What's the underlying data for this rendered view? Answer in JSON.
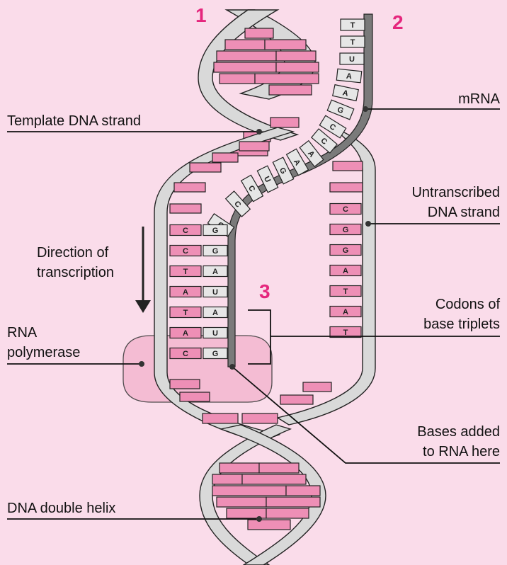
{
  "markers": {
    "one": "1",
    "two": "2",
    "three": "3"
  },
  "labels": {
    "template_strand": "Template DNA strand",
    "mrna": "mRNA",
    "untranscribed_line1": "Untranscribed",
    "untranscribed_line2": "DNA strand",
    "direction_line1": "Direction of",
    "direction_line2": "transcription",
    "codons_line1": "Codons of",
    "codons_line2": "base triplets",
    "polymerase_line1": "RNA",
    "polymerase_line2": "polymerase",
    "bases_added_line1": "Bases added",
    "bases_added_line2": "to RNA here",
    "double_helix": "DNA double helix"
  },
  "mrna_tail_bases": [
    "T",
    "T",
    "U",
    "A",
    "A",
    "G",
    "C",
    "C",
    "A",
    "A",
    "G",
    "U",
    "C",
    "C",
    "G"
  ],
  "paired_rungs": [
    {
      "template": "C",
      "rna": "G"
    },
    {
      "template": "C",
      "rna": "G"
    },
    {
      "template": "T",
      "rna": "A"
    },
    {
      "template": "A",
      "rna": "U"
    },
    {
      "template": "T",
      "rna": "A"
    },
    {
      "template": "A",
      "rna": "U"
    },
    {
      "template": "C",
      "rna": "G"
    }
  ],
  "untranscribed_bases": [
    "C",
    "G",
    "G",
    "A",
    "T",
    "A",
    "T"
  ],
  "colors": {
    "background": "#fadcea",
    "accent_numbers": "#e5267d",
    "base_pink": "#ee8fb6"
  }
}
